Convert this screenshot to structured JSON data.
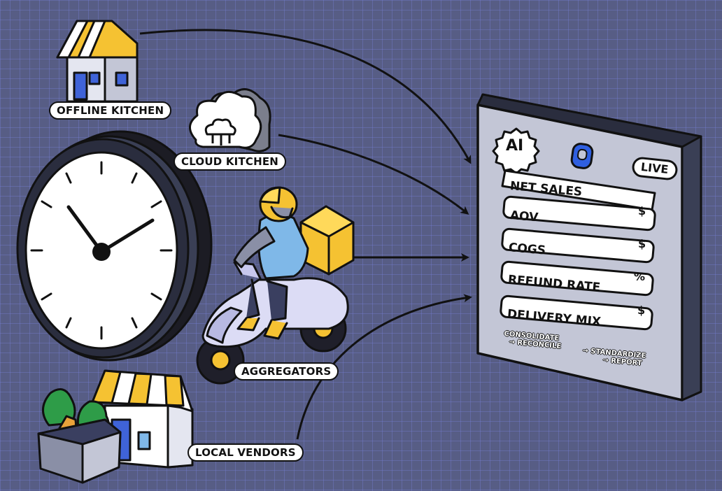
{
  "sources": {
    "offline_kitchen": "OFFLINE KITCHEN",
    "cloud_kitchen": "CLOUD KITCHEN",
    "aggregators": "AGGREGATORS",
    "local_vendors": "LOCAL VENDORS"
  },
  "dashboard": {
    "ai_badge": "AI",
    "live_badge": "LIVE",
    "logo_icon": "brand-logo-icon",
    "rows": [
      {
        "label": "NET SALES",
        "symbol": ""
      },
      {
        "label": "AOV",
        "symbol": "$"
      },
      {
        "label": "COGS",
        "symbol": "$"
      },
      {
        "label": "REFUND RATE",
        "symbol": "%"
      },
      {
        "label": "DELIVERY MIX",
        "symbol": "$"
      }
    ],
    "steps": {
      "consolidate": "CONSOLIDATE",
      "reconcile": "→ RECONCILE",
      "standardize": "→ STANDARDIZE",
      "report": "→ REPORT"
    }
  },
  "icons": [
    "clock-icon",
    "scooter-rider-icon",
    "store-icon",
    "cloud-kitchen-icon",
    "vendor-shop-icon",
    "vegetable-crate-icon"
  ],
  "colors": {
    "background": "#575d85",
    "accent_yellow": "#f5c232",
    "rider_blue": "#7fb8e8",
    "board_gray": "#c3c6d6",
    "outline": "#111111"
  }
}
